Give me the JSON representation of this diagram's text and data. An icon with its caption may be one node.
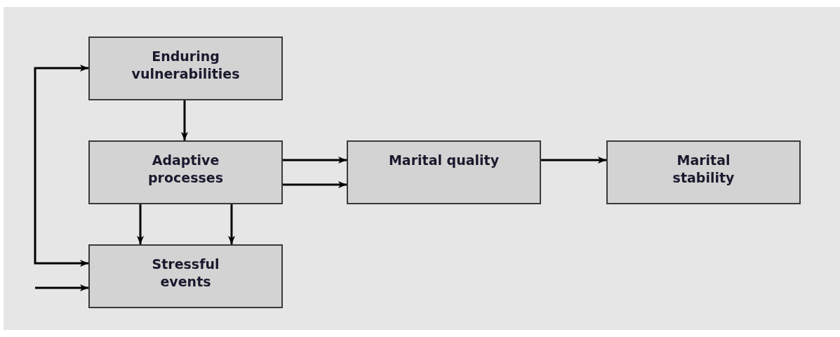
{
  "diagram": {
    "nodes": [
      {
        "text": [
          "Enduring vulnerabilities"
        ]
      },
      {
        "text": [
          "Adaptive processes"
        ]
      },
      {
        "text": [
          "Stressful events"
        ]
      },
      {
        "text": [
          "Marital quality"
        ]
      },
      {
        "text": [
          "Marital stability"
        ]
      }
    ],
    "edges": [
      {
        "from": 0,
        "to": 1,
        "arrow": "to"
      },
      {
        "from": 1,
        "to": 2,
        "arrow": "to"
      },
      {
        "from": 1,
        "to": 2,
        "arrow": "to"
      },
      {
        "from": 1,
        "to": 3,
        "arrow": "to"
      },
      {
        "from": 1,
        "to": 3,
        "arrow": "to"
      },
      {
        "from": 3,
        "to": 4,
        "arrow": "to"
      },
      {
        "from": 0,
        "to": 2,
        "arrow": "both"
      },
      {
        "from": null,
        "to": 2,
        "arrow": "to"
      }
    ]
  }
}
